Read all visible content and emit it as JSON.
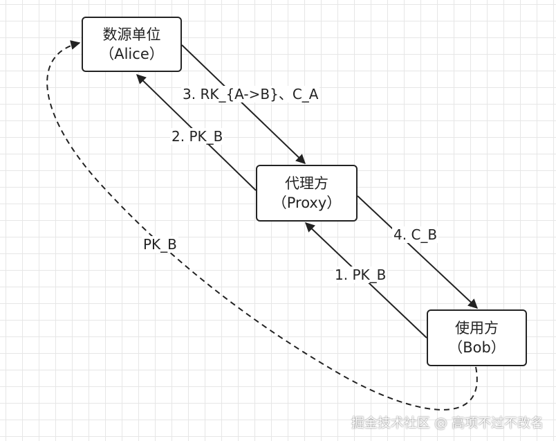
{
  "nodes": {
    "alice": {
      "title": "数源单位",
      "subtitle": "（Alice）"
    },
    "proxy": {
      "title": "代理方",
      "subtitle": "（Proxy）"
    },
    "bob": {
      "title": "使用方",
      "subtitle": "（Bob）"
    }
  },
  "edges": {
    "alice_to_proxy": "3. RK_{A->B}、C_A",
    "proxy_to_alice": "2. PK_B",
    "proxy_to_bob": "4. C_B",
    "bob_to_proxy": "1. PK_B",
    "bob_to_alice": "PK_B"
  },
  "watermark": "掘金技术社区 @ 高项不过不改名",
  "colors": {
    "stroke": "#222222",
    "grid": "#e6e6e6",
    "background": "#ffffff"
  }
}
